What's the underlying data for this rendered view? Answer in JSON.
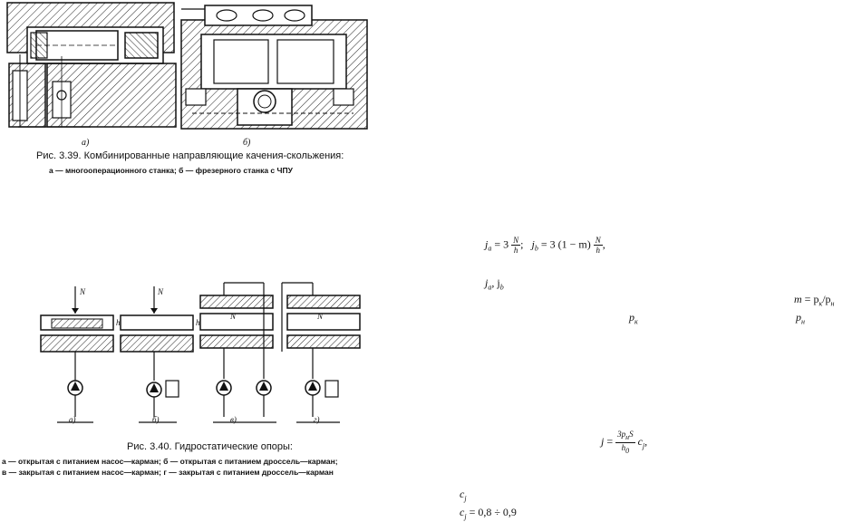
{
  "fig339": {
    "sub_a": "а)",
    "sub_b": "б)",
    "caption": "Рис. 3.39. Комбинированные направляющие качения-скольжения:",
    "legend": "а — многооперационного станка; б — фрезерного станка с ЧПУ"
  },
  "fig340": {
    "load_label": "N",
    "gap_label": "h",
    "sub_labels": [
      "а)",
      "б)",
      "в)",
      "г)"
    ],
    "caption": "Рис. 3.40. Гидростатические опоры:",
    "legend_line1": "а — открытая с питанием насос—карман; б — открытая с питанием дроссель—карман;",
    "legend_line2": "в — закрытая с питанием насос—карман; г — закрытая с питанием дроссель—карман"
  },
  "formulas": {
    "f1_ja": "j",
    "f1_a": "a",
    "f1_eq1": " = 3 ",
    "f1_N": "N",
    "f1_h": "h",
    "f1_sep": ";",
    "f1_jb": "j",
    "f1_b": "b",
    "f1_eq2": " = 3 (1 − m) ",
    "f1_N2": "N",
    "f1_h2": "h",
    "f1_end": ",",
    "f2_text": "j",
    "f2_a": "a",
    "f2_mid": ",  j",
    "f2_b": "b",
    "f3_m": "m",
    "f3_rest": " = p",
    "f3_k": "к",
    "f3_slash": "/p",
    "f3_n": "н",
    "f4_p": "p",
    "f4_k": "к",
    "f5_p": "p",
    "f5_n": "н",
    "f6_j": "j",
    "f6_eq": " = ",
    "f6_num": "3p",
    "f6_num_sub": "н",
    "f6_num_S": "S",
    "f6_den": "h",
    "f6_den_sub": "0",
    "f6_c": " c",
    "f6_c_sub": "j",
    "f6_end": ",",
    "f7_c": "c",
    "f7_sub": "j",
    "f8_c": "c",
    "f8_sub": "j",
    "f8_val": " = 0,8 ÷ 0,9"
  }
}
